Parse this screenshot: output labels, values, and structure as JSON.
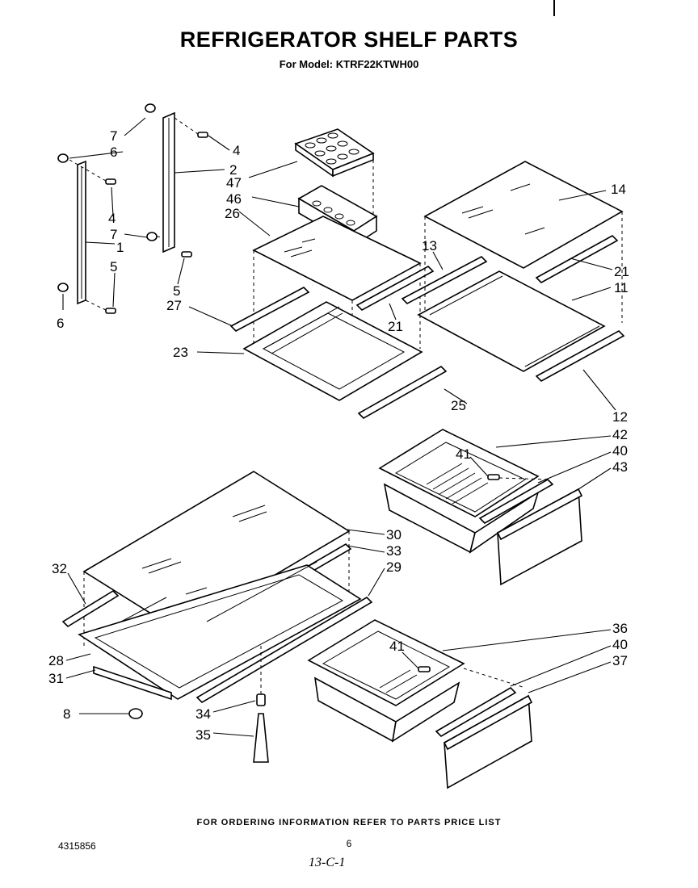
{
  "header": {
    "title": "REFRIGERATOR SHELF PARTS",
    "subtitle": "For Model: KTRF22KTWH00"
  },
  "footer": {
    "ordering_note": "FOR ORDERING INFORMATION REFER TO PARTS PRICE LIST",
    "document_number": "4315856",
    "page_number": "6",
    "handwritten_note": "13-C-1"
  },
  "callouts": {
    "c7a": "7",
    "c6a": "6",
    "c4a": "4",
    "c2": "2",
    "c47": "47",
    "c46": "46",
    "c26": "26",
    "c4b": "4",
    "c7b": "7",
    "c1": "1",
    "c5a": "5",
    "c5b": "5",
    "c6b": "6",
    "c27": "27",
    "c23": "23",
    "c21a": "21",
    "c13": "13",
    "c25": "25",
    "c14": "14",
    "c21b": "21",
    "c11": "11",
    "c12": "12",
    "c42": "42",
    "c40a": "40",
    "c43": "43",
    "c41a": "41",
    "c30": "30",
    "c33": "33",
    "c29": "29",
    "c32": "32",
    "c28": "28",
    "c31": "31",
    "c8": "8",
    "c34": "34",
    "c35": "35",
    "c36": "36",
    "c40b": "40",
    "c37": "37",
    "c41b": "41"
  }
}
